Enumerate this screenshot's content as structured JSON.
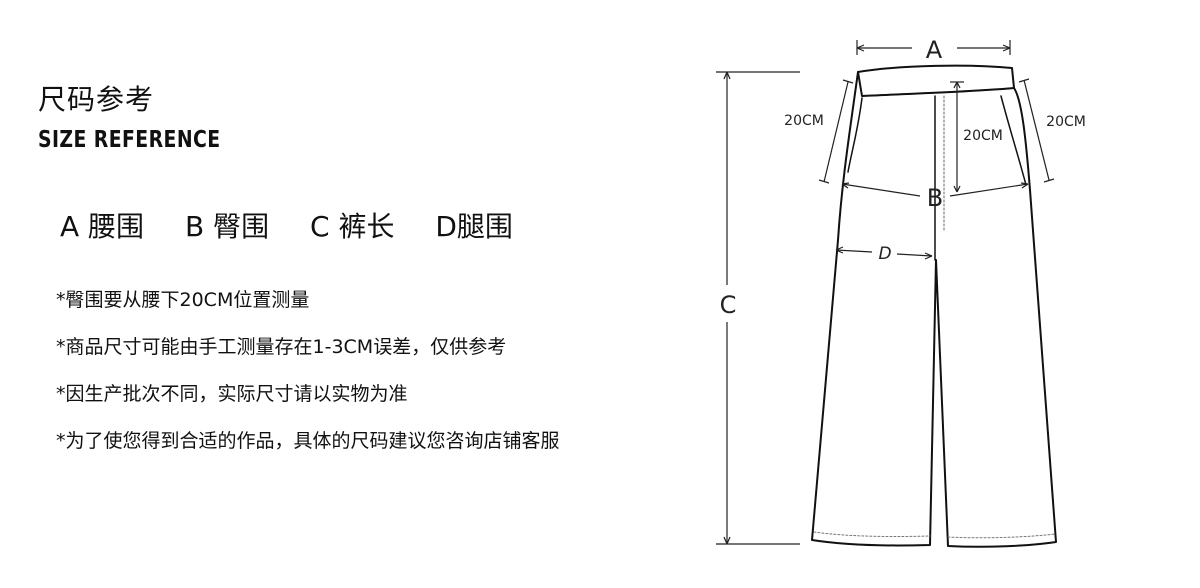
{
  "heading": {
    "title_cn": "尺码参考",
    "title_en": "SIZE REFERENCE"
  },
  "legend": {
    "a": "A 腰围",
    "b": "B 臀围",
    "c": "C 裤长",
    "d": "D腿围"
  },
  "notes": [
    "*臀围要从腰下20CM位置测量",
    "*商品尺寸可能由手工测量存在1-3CM误差，仅供参考",
    "*因生产批次不同，实际尺寸请以实物为准",
    "*为了使您得到合适的作品，具体的尺码建议您咨询店铺客服"
  ],
  "diagram": {
    "label_a": "A",
    "label_b": "B",
    "label_c": "C",
    "label_d": "D",
    "left_20cm": "20CM",
    "center_20cm": "20CM",
    "right_20cm": "20CM"
  }
}
